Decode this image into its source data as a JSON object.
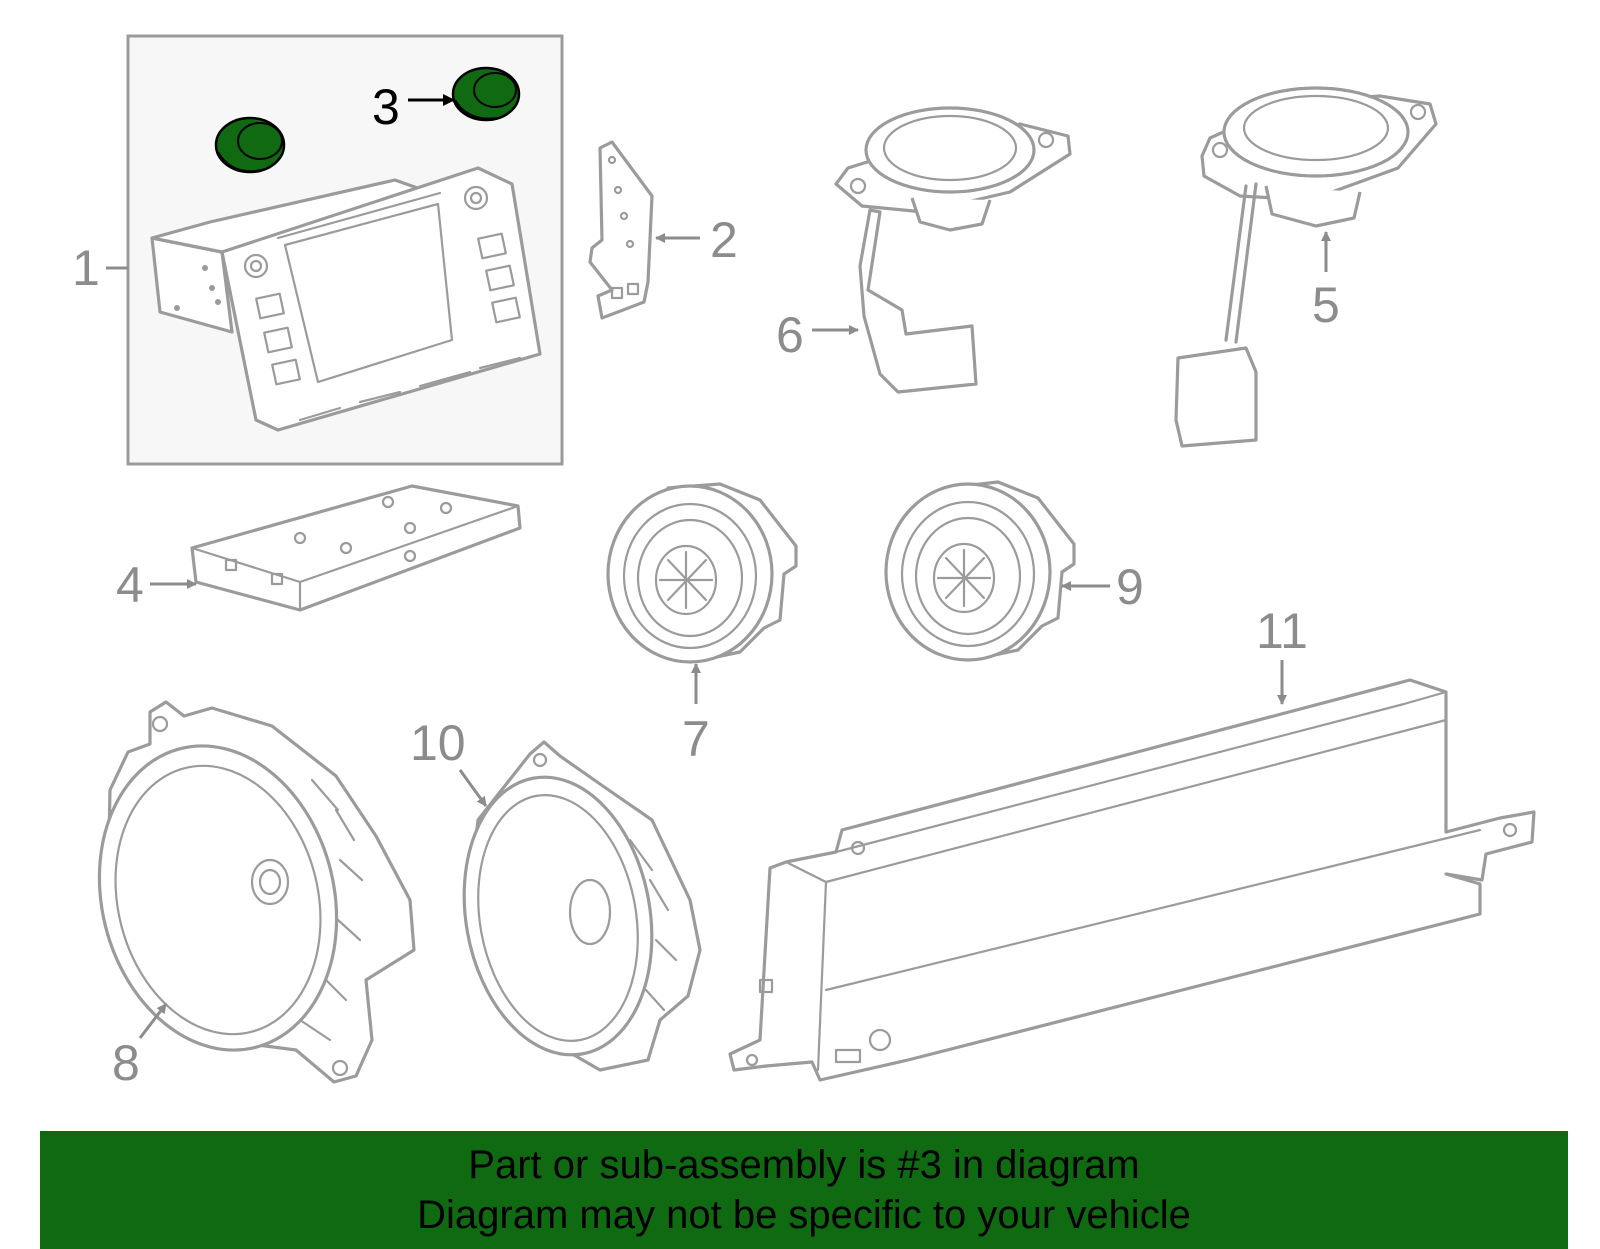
{
  "colors": {
    "highlight": "#0f6a12",
    "line": "#9b9b9b",
    "label": "#8c8c8c",
    "inset_bg": "#f7f7f7"
  },
  "callouts": {
    "c1": "1",
    "c2": "2",
    "c3": "3",
    "c4": "4",
    "c5": "5",
    "c6": "6",
    "c7": "7",
    "c8": "8",
    "c9": "9",
    "c10": "10",
    "c11": "11"
  },
  "highlighted_part": "3",
  "footer": {
    "line1": "Part or sub-assembly is #3 in diagram",
    "line2": "Diagram may not be specific to your vehicle"
  }
}
